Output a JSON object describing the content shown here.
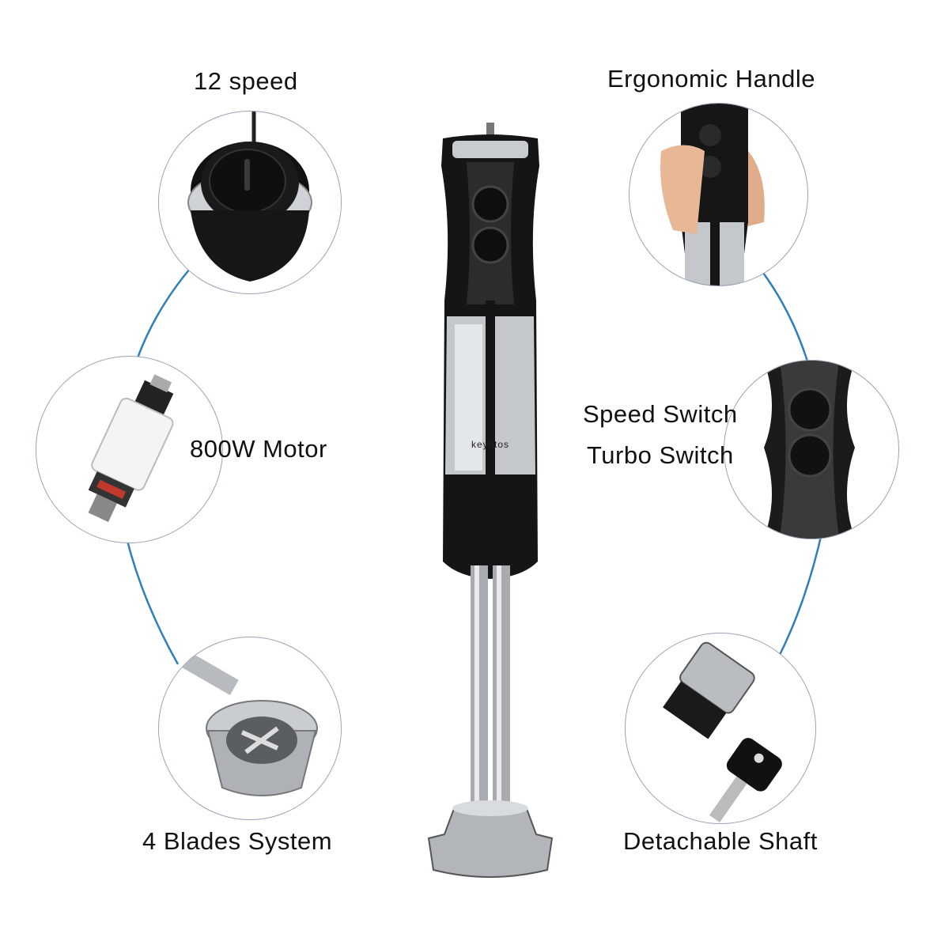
{
  "brand": "keylitos",
  "features": {
    "speed_dial": "12 speed",
    "motor": "800W Motor",
    "blades": "4 Blades System",
    "handle": "Ergonomic Handle",
    "speed_switch": "Speed Switch",
    "turbo_switch": "Turbo Switch",
    "shaft": "Detachable Shaft"
  },
  "colors": {
    "body_black": "#141414",
    "steel": "#b8bcc0",
    "connector_line": "#2d7fb8",
    "circle_border": "#9aa3b5"
  }
}
